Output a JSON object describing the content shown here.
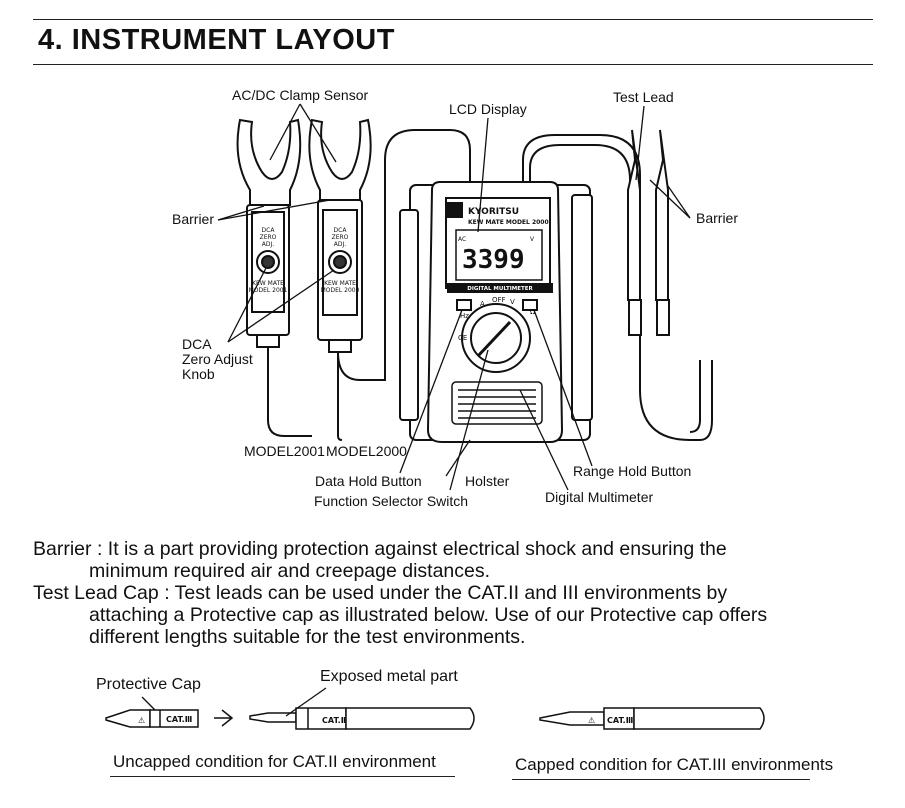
{
  "header": {
    "title": "4. INSTRUMENT LAYOUT"
  },
  "diagram": {
    "labels": {
      "clamp_sensor": "AC/DC Clamp Sensor",
      "lcd_display": "LCD Display",
      "test_lead": "Test Lead",
      "barrier_left": "Barrier",
      "barrier_right": "Barrier",
      "dca_line1": "DCA",
      "dca_line2": "Zero Adjust",
      "dca_line3": "Knob",
      "model_2001": "MODEL2001",
      "model_2000": "MODEL2000",
      "data_hold": "Data Hold Button",
      "holster": "Holster",
      "range_hold": "Range Hold Button",
      "function_selector": "Function Selector Switch",
      "digital_multimeter": "Digital Multimeter"
    },
    "device": {
      "brand": "KYORITSU",
      "model_line": "KEW MATE MODEL 2000",
      "lcd_reading": "3399",
      "lcd_unit": "V",
      "lcd_mode": "AC",
      "face_label": "DIGITAL MULTIMETER",
      "sensor_label": "DCA ZERO ADJ."
    }
  },
  "descriptions": {
    "barrier_term": "Barrier",
    "barrier_text1": ": It is a part providing protection against electrical shock and ensuring the",
    "barrier_text2": "minimum required air and creepage distances.",
    "lead_term": "Test Lead Cap",
    "lead_text1": ": Test leads can be used under the CAT.II and III environments by",
    "lead_text2": "attaching a Protective cap as illustrated below. Use of our Protective cap offers",
    "lead_text3": "different lengths suitable for the test environments."
  },
  "bottom": {
    "protective_cap": "Protective Cap",
    "exposed_metal": "Exposed metal part",
    "cat_label_a": "CAT.Ⅲ",
    "cat_label_b": "CAT.Ⅱ",
    "cat_label_c": "CAT.Ⅲ",
    "caption_left": "Uncapped condition for CAT.II environment",
    "caption_right": "Capped condition for CAT.III environments"
  }
}
